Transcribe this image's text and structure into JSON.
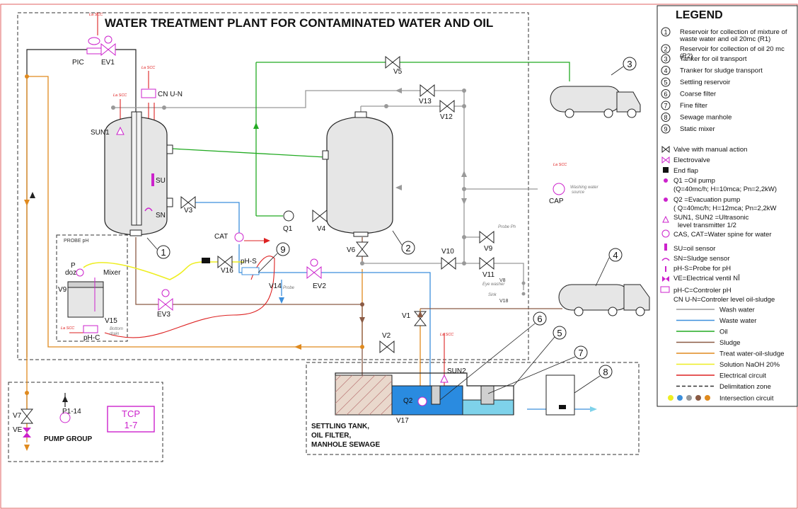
{
  "title": "WATER TREATMENT PLANT FOR CONTAMINATED WATER AND OIL",
  "legend": {
    "heading": "LEGEND",
    "numbered": [
      {
        "n": "1",
        "text1": "Reservoir for collection of mixture of",
        "text2": "waste water and oil 20mc (R1)"
      },
      {
        "n": "2",
        "text1": "Reservoir for collection of oil 20 mc",
        "text2": "(R2)"
      },
      {
        "n": "3",
        "text1": "Tanker for oil transport",
        "text2": ""
      },
      {
        "n": "4",
        "text1": "Tranker for sludge transport",
        "text2": ""
      },
      {
        "n": "5",
        "text1": "Settling reservoir",
        "text2": ""
      },
      {
        "n": "6",
        "text1": "Coarse filter",
        "text2": ""
      },
      {
        "n": "7",
        "text1": "Fine filter",
        "text2": ""
      },
      {
        "n": "8",
        "text1": "Sewage manhole",
        "text2": ""
      },
      {
        "n": "9",
        "text1": "Static mixer",
        "text2": ""
      }
    ],
    "symbols": {
      "valve_manual": "Valve with manual action",
      "electrovalve": "Electrovalve",
      "end_flap": "End flap",
      "q1_line1": "Q1 =Oil pump",
      "q1_line2": "(Q=40mc/h; H=10mca; Pn=2,2kW)",
      "q2_line1": "Q2 =Evacuation pump",
      "q2_line2": "( Q=40mc/h;  H=12mca; Pn=2,2kW",
      "sun_line1": "SUN1, SUN2 =Ultrasonic",
      "sun_line2": "level transmitter 1/2",
      "cas": "CAS, CAT=Water spine for water",
      "su": "SU=oil sensor",
      "sn": "SN=Sludge sensor",
      "phs": "pH-S=Probe for pH",
      "ve": "VE=Electrical ventil NÎ",
      "phc": "pH-C=Controler pH",
      "cnun": "CN U-N=Controler level oil-sludge"
    },
    "lines": [
      {
        "label": "Wash water",
        "color": "#999999",
        "style": "solid"
      },
      {
        "label": "Waste water",
        "color": "#3c8fdc",
        "style": "solid"
      },
      {
        "label": "Oil",
        "color": "#22aa22",
        "style": "solid"
      },
      {
        "label": "Sludge",
        "color": "#8a5a44",
        "style": "solid"
      },
      {
        "label": "Treat water-oil-sludge",
        "color": "#e08a1e",
        "style": "solid"
      },
      {
        "label": "Solution NaOH 20%",
        "color": "#eeee22",
        "style": "solid"
      },
      {
        "label": "Electrical circuit",
        "color": "#dd2222",
        "style": "solid"
      },
      {
        "label": "Delimitation zone",
        "color": "#333333",
        "style": "dashed"
      }
    ],
    "intersection": "Intersection circuit",
    "intersection_colors": [
      "#eeee22",
      "#3c8fdc",
      "#999999",
      "#8a5a44",
      "#e08a1e"
    ]
  },
  "labels": {
    "pic": "PIC",
    "ev1": "EV1",
    "cnun": "CN U-N",
    "sun1": "SUN1",
    "su": "SU",
    "sn": "SN",
    "v1": "V1",
    "v2": "V2",
    "v3": "V3",
    "v4": "V4",
    "v5": "V5",
    "v6": "V6",
    "v7": "V7",
    "v9": "V9",
    "v9b": "V9",
    "v10": "V10",
    "v11": "V11",
    "v12": "V12",
    "v13": "V13",
    "v14": "V14",
    "v15": "V15",
    "v16": "V16",
    "v17": "V17",
    "v8": "V8",
    "v18": "V18",
    "ve": "VE",
    "q1": "Q1",
    "q2": "Q2",
    "cat": "CAT",
    "cap": "CAP",
    "ev2": "EV2",
    "ev3": "EV3",
    "phs": "pH-S",
    "phc": "pH-C",
    "probe": "Probe",
    "probe_ph": "Probe Ph",
    "probe_ph_box": "PROBE pH",
    "pdoz1": "P",
    "pdoz2": "doz",
    "mixer": "Mixer",
    "bottom_drain1": "Bottom",
    "bottom_drain2": "drain",
    "eye_washer": "Eye washer",
    "sink": "Sink",
    "washing1": "Washing water",
    "washing2": "source",
    "sun2": "SUN2",
    "p114": "P1-14",
    "tcp1": "TCP",
    "tcp2": "1-7",
    "pump_group": "PUMP GROUP",
    "settling1": "SETTLING TANK,",
    "settling2": "OIL FILTER,",
    "settling3": "MANHOLE SEWAGE",
    "lascc": "La SCC"
  }
}
